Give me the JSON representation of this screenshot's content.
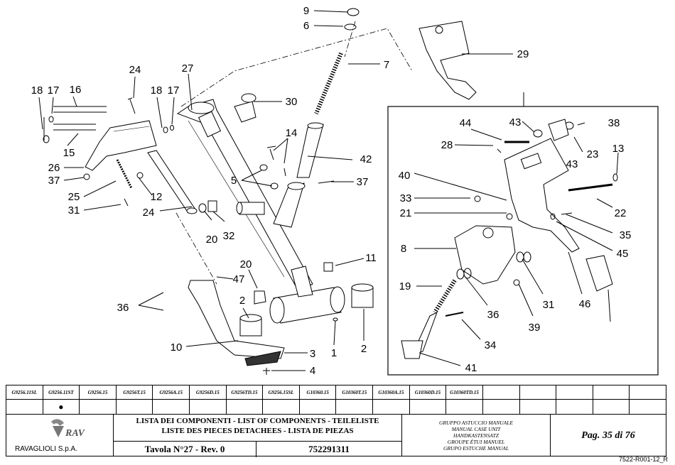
{
  "callouts": [
    "9",
    "6",
    "7",
    "29",
    "24",
    "27",
    "18",
    "17",
    "16",
    "18",
    "17",
    "30",
    "44",
    "43",
    "38",
    "14",
    "15",
    "28",
    "23",
    "13",
    "26",
    "42",
    "43",
    "37",
    "5",
    "37",
    "40",
    "22",
    "25",
    "12",
    "24",
    "31",
    "33",
    "21",
    "20",
    "32",
    "35",
    "45",
    "8",
    "20",
    "11",
    "47",
    "19",
    "36",
    "36",
    "31",
    "39",
    "46",
    "2",
    "10",
    "1",
    "2",
    "34",
    "3",
    "4",
    "41"
  ],
  "variants": [
    {
      "code": "G9256.11SL",
      "mark": ""
    },
    {
      "code": "G9256.11ST",
      "mark": "●"
    },
    {
      "code": "G9256.15",
      "mark": ""
    },
    {
      "code": "G9256T.15",
      "mark": ""
    },
    {
      "code": "G9256A.15",
      "mark": ""
    },
    {
      "code": "G9256D.15",
      "mark": ""
    },
    {
      "code": "G9256TD.15",
      "mark": ""
    },
    {
      "code": "G9256.15SL",
      "mark": ""
    },
    {
      "code": "G10360.15",
      "mark": ""
    },
    {
      "code": "G10360T.15",
      "mark": ""
    },
    {
      "code": "G10360A.15",
      "mark": ""
    },
    {
      "code": "G10360D.15",
      "mark": ""
    },
    {
      "code": "G10360TD.15",
      "mark": ""
    },
    {
      "code": "",
      "mark": ""
    },
    {
      "code": "",
      "mark": ""
    },
    {
      "code": "",
      "mark": ""
    },
    {
      "code": "",
      "mark": ""
    },
    {
      "code": "",
      "mark": ""
    }
  ],
  "title_block": {
    "company": "RAVAGLIOLI S.p.A.",
    "logo_text": "RAV",
    "list_line1": "LISTA DEI COMPONENTI - LIST OF COMPONENTS - TEILELISTE",
    "list_line2": "LISTE DES PIECES DETACHEES - LISTA DE PIEZAS",
    "tavola": "Tavola N°27 - Rev. 0",
    "code": "752291311",
    "group": [
      "GRUPPO ASTUCCIO MANUALE",
      "MANUAL CASE UNIT",
      "HANDKASTENSATZ",
      "GROUPE ÉTUI MANUEL",
      "GRUPO ESTUCHE MANUAL"
    ],
    "page": "Pag. 35 di 76"
  },
  "doc_ref": "7522-R001-12_R"
}
